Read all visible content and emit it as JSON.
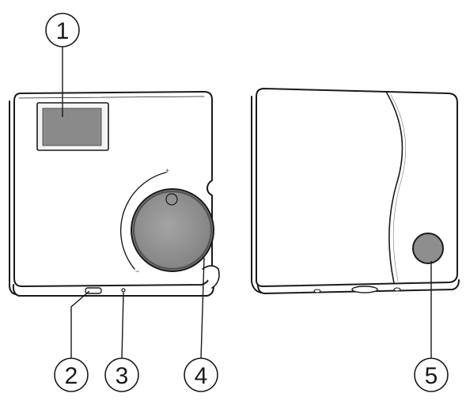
{
  "callouts": [
    {
      "id": "1",
      "label": "1",
      "part": "display-window"
    },
    {
      "id": "2",
      "label": "2",
      "part": "bottom-slot-button"
    },
    {
      "id": "3",
      "label": "3",
      "part": "bottom-pinhole"
    },
    {
      "id": "4",
      "label": "4",
      "part": "temperature-knob"
    },
    {
      "id": "5",
      "label": "5",
      "part": "side-round-button"
    }
  ],
  "knob_scale": {
    "plus": "+",
    "minus": "−"
  },
  "colors": {
    "outline": "#1a1a1a",
    "housing": "#ffffff",
    "display": "#8a8a8a",
    "knob": "#8c8c8c",
    "button": "#8e8e8e"
  }
}
